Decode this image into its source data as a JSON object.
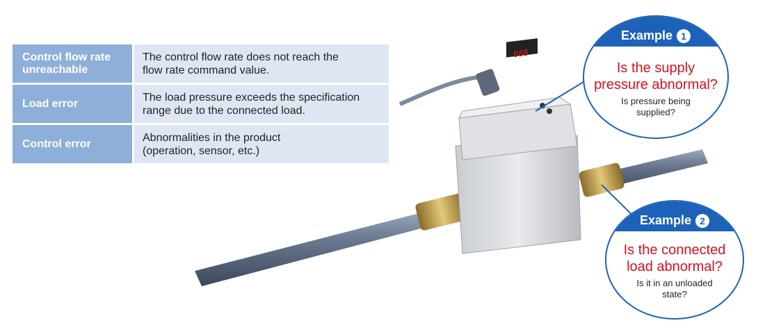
{
  "table": {
    "rows": [
      {
        "name": "Control flow rate\nunreachable",
        "description": "The control flow rate does not reach the\nflow rate command value."
      },
      {
        "name": "Load error",
        "description": "The load pressure exceeds the specification\nrange due to the connected load."
      },
      {
        "name": "Control error",
        "description": "Abnormalities in the product\n(operation, sensor, etc.)"
      }
    ]
  },
  "callouts": [
    {
      "label": "Example",
      "number": "1",
      "question": "Is the supply\npressure abnormal?",
      "detail": "Is pressure being\nsupplied?"
    },
    {
      "label": "Example",
      "number": "2",
      "question": "Is the connected\nload abnormal?",
      "detail": "Is it in an unloaded\nstate?"
    }
  ],
  "colors": {
    "header_blue": "#1c62b8",
    "table_label_bg": "#8eafd9",
    "table_desc_bg": "#dfe6f3",
    "question_red": "#d4121e"
  },
  "illustration": {
    "subject": "flow-controller-with-tubes"
  }
}
